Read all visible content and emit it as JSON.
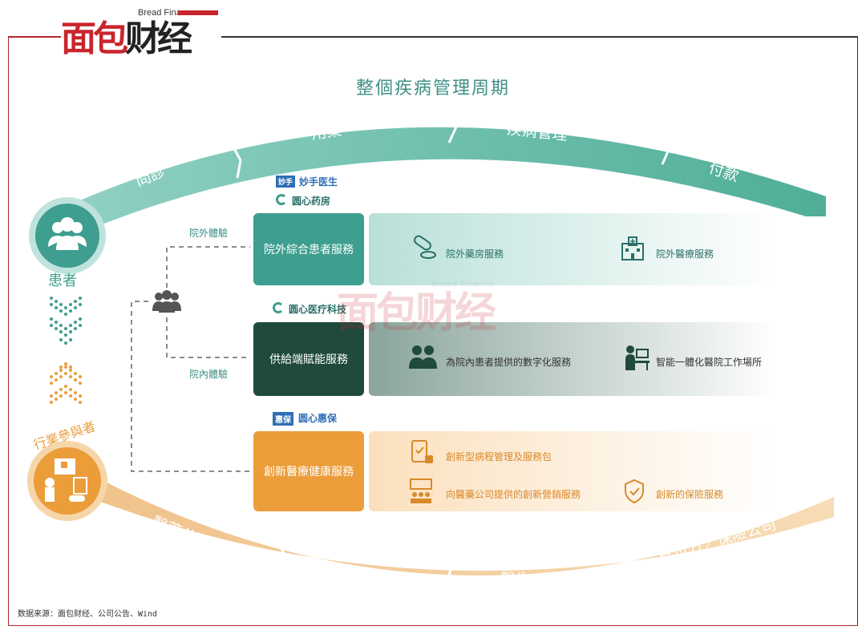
{
  "logo": {
    "en": "Bread Finance",
    "cn_red": "面包",
    "cn_dark": "财经"
  },
  "title": "整個疾病管理周期",
  "top_arc": [
    "問診",
    "用藥",
    "疾病管理",
    "付款"
  ],
  "bottom_arc": [
    "醫藥公司",
    "醫院",
    "醫生",
    "支付方／保險公司"
  ],
  "patient": {
    "label": "患者"
  },
  "industry": {
    "label": "行業參與者"
  },
  "experience": {
    "outside": "院外體驗",
    "inside": "院內體驗"
  },
  "brands": {
    "miaoshou": {
      "badge": "妙手",
      "name": "妙手医生"
    },
    "yuanxin_pharmacy": {
      "name": "圆心药房"
    },
    "yuanxin_tech": {
      "name": "圆心医疗科技"
    },
    "yuanxin_insurance": {
      "badge": "惠保",
      "name": "圆心惠保"
    }
  },
  "services": [
    {
      "name": "院外綜合患者服務",
      "items": [
        "院外藥房服務",
        "院外醫療服務"
      ]
    },
    {
      "name": "供給端賦能服務",
      "items": [
        "為院內患者提供的數字化服務",
        "智能一體化醫院工作場所"
      ]
    },
    {
      "name": "創新醫療健康服務",
      "items": [
        "創新型病程管理及服務包",
        "向醫藥公司提供的創新營銷服務",
        "創新的保險服務"
      ]
    }
  ],
  "watermark": {
    "en": "Bread Finance",
    "cn": "面包财经"
  },
  "footer": "数据来源：面包财经、公司公告、Wind",
  "colors": {
    "teal": "#3e9e8f",
    "dark_green": "#1f4a3c",
    "orange": "#eb9d3a",
    "brand_red": "#c9252c"
  }
}
